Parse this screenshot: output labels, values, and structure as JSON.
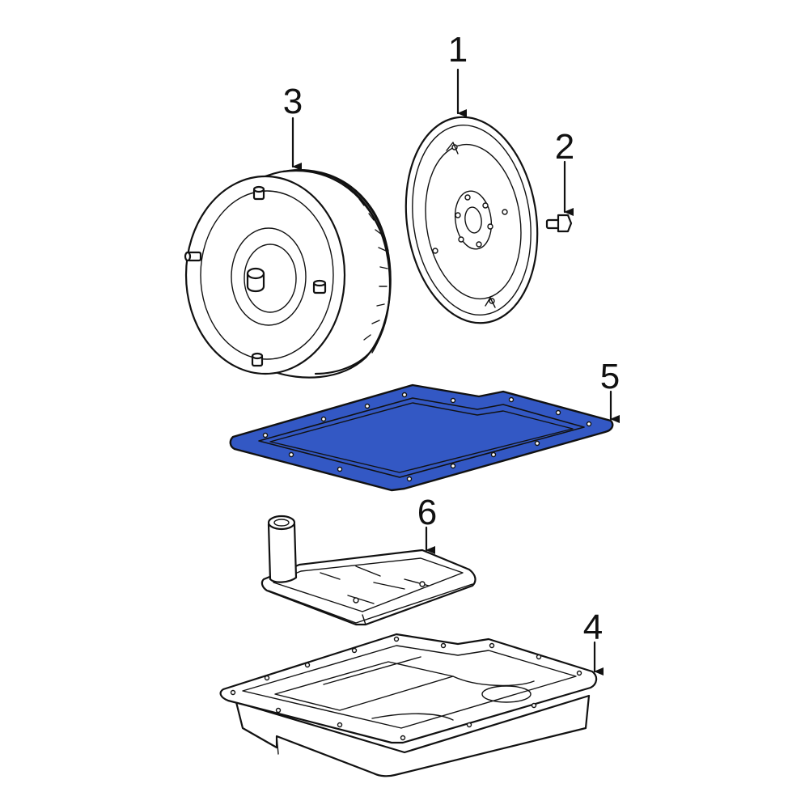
{
  "callouts": [
    {
      "id": "1",
      "label": "1"
    },
    {
      "id": "2",
      "label": "2"
    },
    {
      "id": "3",
      "label": "3"
    },
    {
      "id": "4",
      "label": "4"
    },
    {
      "id": "5",
      "label": "5"
    },
    {
      "id": "6",
      "label": "6"
    }
  ],
  "parts": {
    "flexplate": {
      "callout": "1"
    },
    "bolt": {
      "callout": "2"
    },
    "torque_converter": {
      "callout": "3"
    },
    "oil_pan": {
      "callout": "4"
    },
    "pan_gasket": {
      "callout": "5",
      "highlighted": true
    },
    "filter": {
      "callout": "6"
    }
  },
  "colors": {
    "highlight": "#3358c4",
    "line": "#111111",
    "background": "#ffffff"
  }
}
